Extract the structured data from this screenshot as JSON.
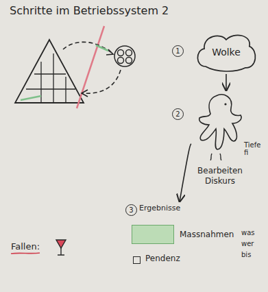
{
  "diagram": {
    "title": "Schritte im Betriebssystem 2",
    "nodes": [
      {
        "text": [
          "Wolke"
        ]
      },
      {
        "text": [
          "Bearbeiten Diskurs"
        ]
      },
      {
        "text": [
          "Ergebnisse"
        ]
      }
    ],
    "edges": [
      {
        "from": 0,
        "to": 1,
        "arrow": "to"
      },
      {
        "from": 1,
        "to": 2,
        "arrow": "to"
      }
    ],
    "labels": [
      "1",
      "2",
      "3",
      "Tiefe fi",
      "Fallen:",
      "was",
      "wer",
      "bis"
    ],
    "legend": [
      {
        "text": "Massnahmen",
        "color": "#bcdcb6"
      },
      {
        "text": "Pendenz"
      }
    ]
  }
}
